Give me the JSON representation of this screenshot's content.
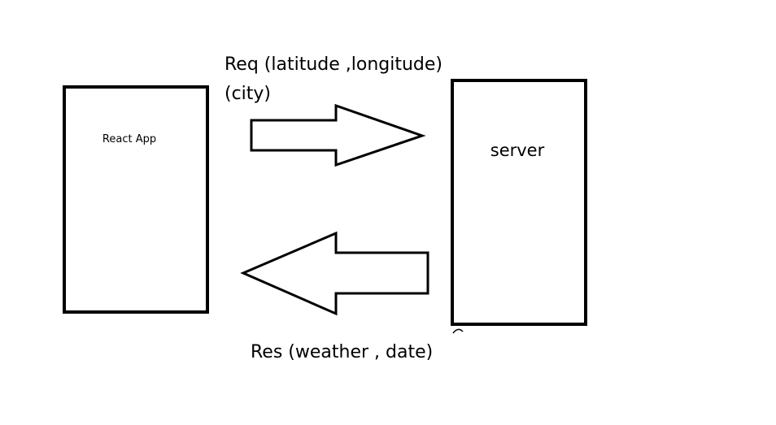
{
  "diagram": {
    "client": {
      "label": "React App"
    },
    "server": {
      "label": "server"
    },
    "request": {
      "line1": "Req (latitude ,longitude)",
      "line2": "(city)"
    },
    "response": {
      "label": "Res (weather , date)"
    }
  }
}
